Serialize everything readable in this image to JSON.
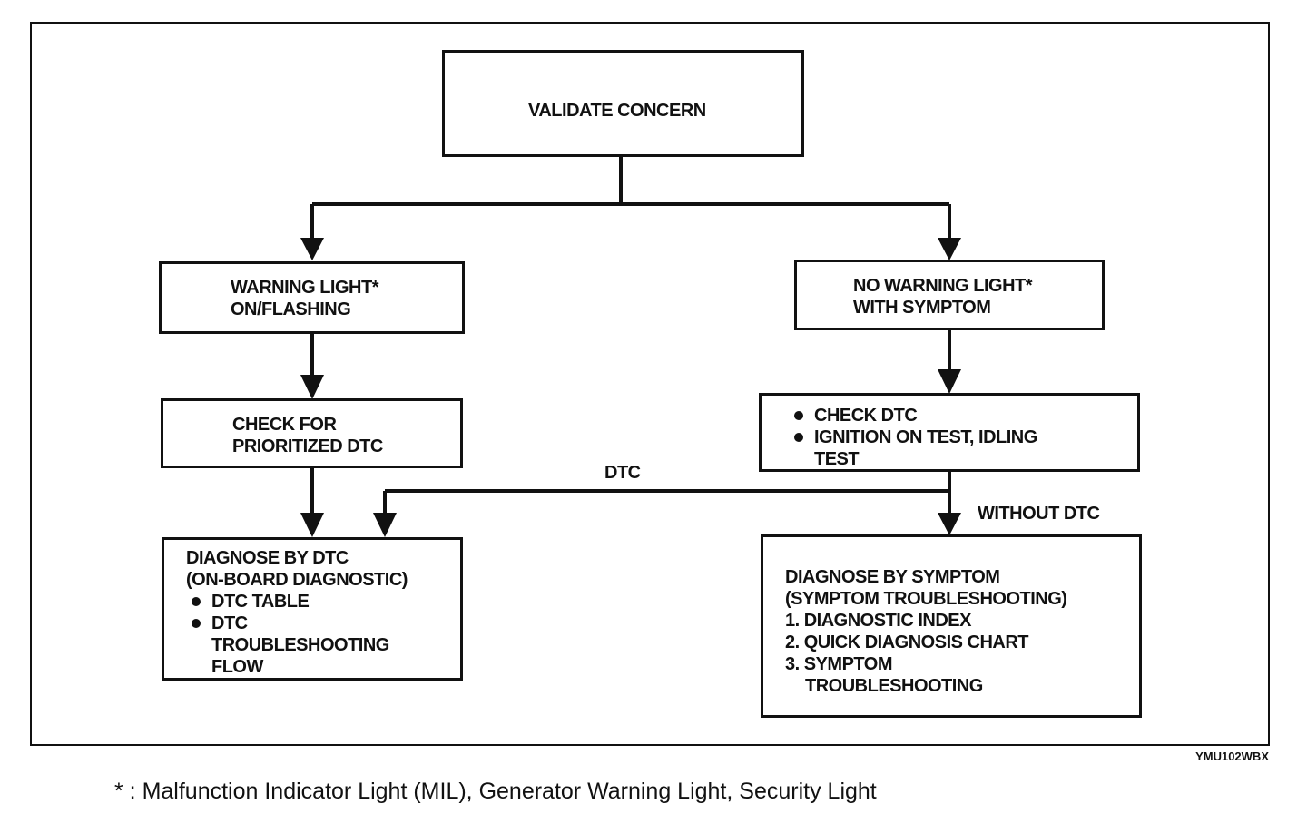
{
  "boxes": {
    "validate": {
      "lines": [
        "VALIDATE CONCERN"
      ]
    },
    "warning_on": {
      "lines": [
        "WARNING LIGHT*",
        "ON/FLASHING"
      ]
    },
    "no_warning": {
      "lines": [
        "NO WARNING LIGHT*",
        "WITH SYMPTOM"
      ]
    },
    "check_prioritized": {
      "lines": [
        "CHECK FOR",
        "PRIORITIZED DTC"
      ]
    },
    "check_dtc": {
      "bullets": [
        "CHECK DTC",
        "IGNITION ON TEST, IDLING"
      ],
      "continuation": "TEST"
    },
    "diagnose_dtc": {
      "lines": [
        "DIAGNOSE BY DTC",
        "(ON-BOARD DIAGNOSTIC)"
      ],
      "bullets": [
        "DTC TABLE",
        "DTC"
      ],
      "continuation": [
        "TROUBLESHOOTING",
        "FLOW"
      ]
    },
    "diagnose_symptom": {
      "lines": [
        "DIAGNOSE BY SYMPTOM",
        "(SYMPTOM TROUBLESHOOTING)"
      ],
      "items": [
        "1. DIAGNOSTIC INDEX",
        "2. QUICK DIAGNOSIS CHART",
        "3. SYMPTOM"
      ],
      "continuation": "TROUBLESHOOTING"
    }
  },
  "edge_labels": {
    "dtc": "DTC",
    "without_dtc": "WITHOUT DTC"
  },
  "figure_code": "YMU102WBX",
  "footnote": "* : Malfunction Indicator Light (MIL), Generator Warning Light, Security Light"
}
